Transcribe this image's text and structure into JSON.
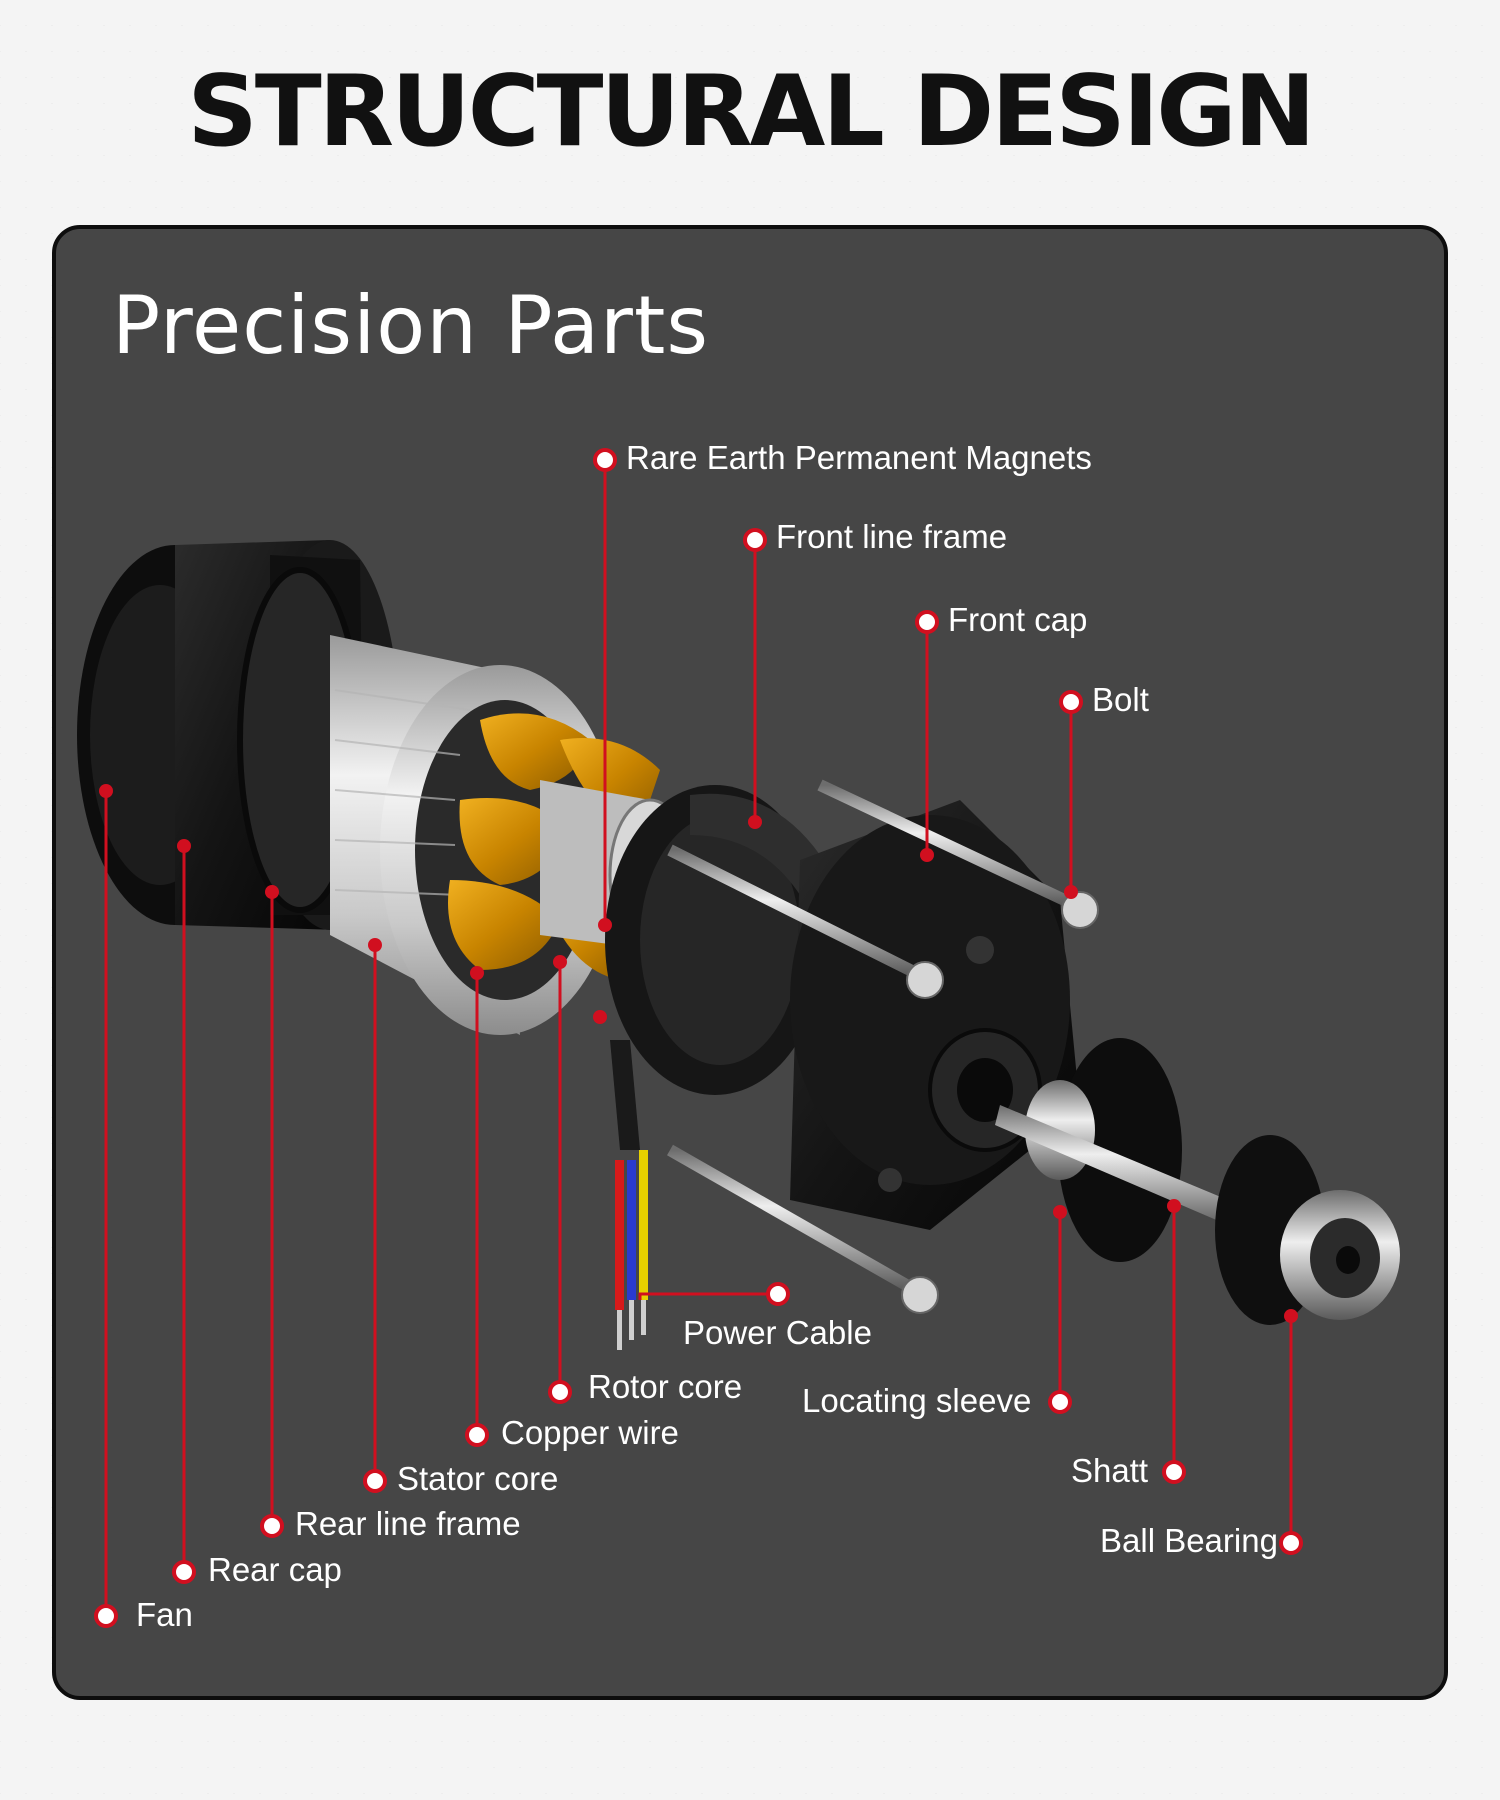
{
  "page": {
    "title": "STRUCTURAL DESIGN"
  },
  "panel": {
    "subtitle": "Precision Parts"
  },
  "colors": {
    "accent": "#d10f1f",
    "panel_bg": "#464646",
    "title": "#111111"
  },
  "labels": {
    "magnets": "Rare Earth Permanent Magnets",
    "front_line_frame": "Front line frame",
    "front_cap": "Front cap",
    "bolt": "Bolt",
    "power_cable": "Power Cable",
    "rotor_core": "Rotor core",
    "copper_wire": "Copper wire",
    "stator_core": "Stator core",
    "rear_line_frame": "Rear line frame",
    "rear_cap": "Rear cap",
    "fan": "Fan",
    "locating_sleeve": "Locating sleeve",
    "shaft": "Shatt",
    "ball_bearing": "Ball Bearing"
  }
}
